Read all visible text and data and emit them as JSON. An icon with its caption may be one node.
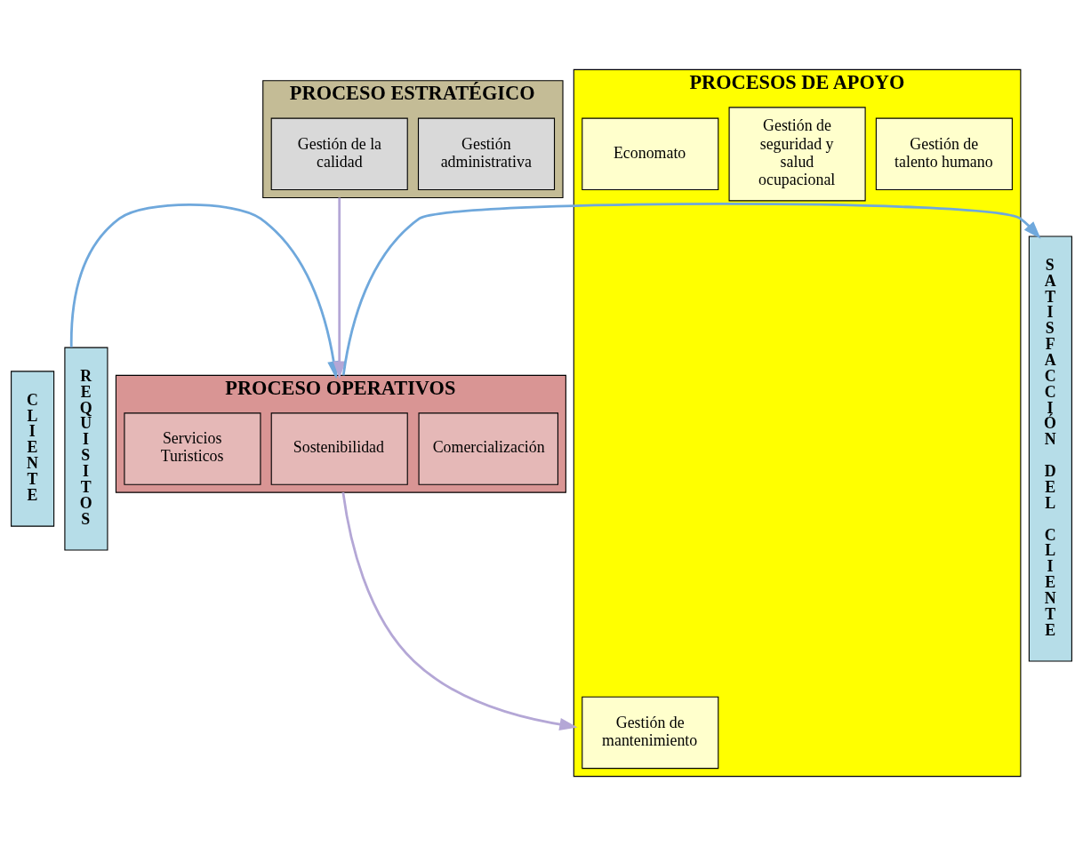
{
  "diagram": {
    "nodes": [
      {
        "text": [
          "CLIENTE"
        ]
      },
      {
        "text": [
          "REQUISITOS"
        ]
      },
      {
        "text": [
          "PROCESO ESTRATÉGICO"
        ]
      },
      {
        "text": [
          "Gestión administrativa"
        ],
        "in": 2
      },
      {
        "text": [
          "Gestión de la calidad"
        ],
        "in": 2
      },
      {
        "text": [
          "PROCESO OPERATIVOS"
        ]
      },
      {
        "text": [
          "Servicios Turisticos"
        ],
        "in": 5
      },
      {
        "text": [
          "Sostenibilidad"
        ],
        "in": 5
      },
      {
        "text": [
          "Comercialización"
        ],
        "in": 5
      },
      {
        "text": [
          "PROCESOS DE APOYO"
        ]
      },
      {
        "text": [
          "Gestión de talento humano"
        ],
        "in": 9
      },
      {
        "text": [
          "Gestión de seguridad y salud ocupacional"
        ],
        "in": 9
      },
      {
        "text": [
          "Gestión de mantenimiento"
        ],
        "in": 9
      },
      {
        "text": [
          "Economato"
        ],
        "in": 9
      },
      {
        "text": [
          "SATISFACCIÓN DEL CLIENTE"
        ]
      }
    ],
    "edges": [
      {
        "from": 2,
        "to": 5,
        "arrow": "to",
        "color": "#b4a7d6"
      },
      {
        "from": 1,
        "to": 5,
        "arrow": "to"
      },
      {
        "from": 5,
        "to": 14,
        "arrow": "to"
      },
      {
        "from": 5,
        "to": 9,
        "arrow": "to",
        "color": "#b4a7d6"
      }
    ]
  }
}
